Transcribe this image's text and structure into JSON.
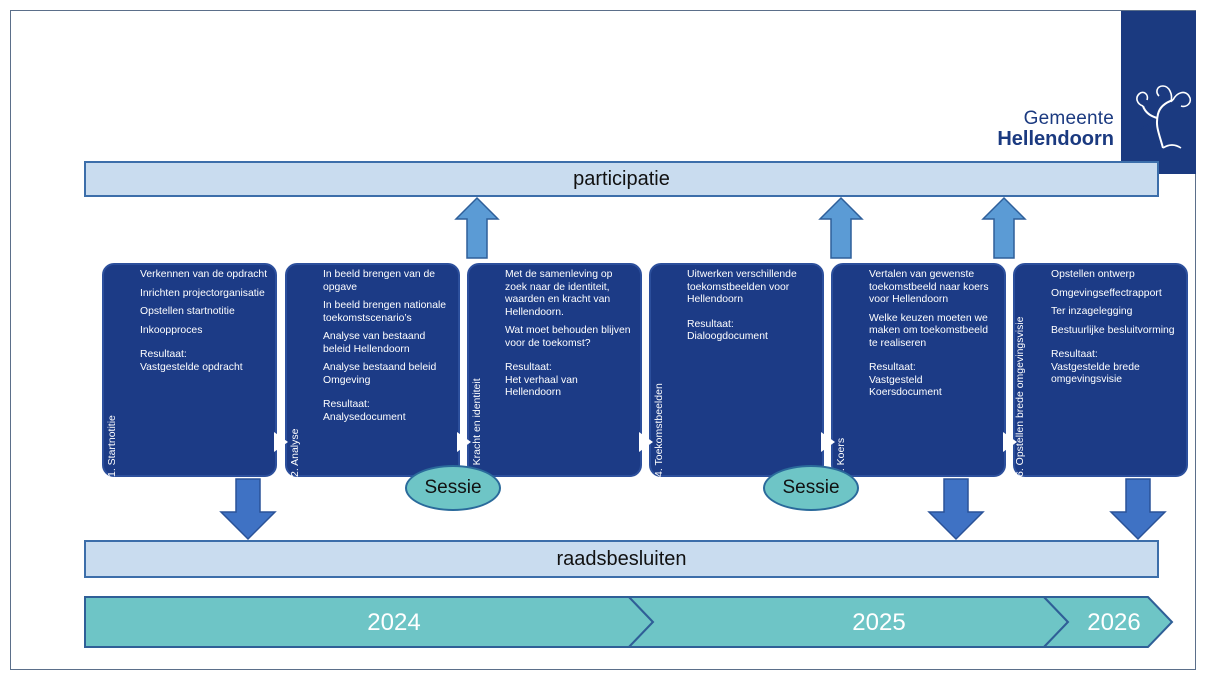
{
  "logo": {
    "line1": "Gemeente",
    "line2": "Hellendoorn"
  },
  "bands": {
    "top": "participatie",
    "bottom": "raadsbesluiten"
  },
  "phases": [
    {
      "label": "1. Startnotitie",
      "items": [
        "Verkennen van de opdracht",
        "Inrichten projectorganisatie",
        "Opstellen startnotitie",
        "Inkoopproces"
      ],
      "result": [
        "Resultaat:",
        "Vastgestelde opdracht"
      ]
    },
    {
      "label": "2. Analyse",
      "items": [
        "In beeld brengen van de opgave",
        "In beeld brengen nationale toekomstscenario’s",
        "Analyse van bestaand beleid Hellendoorn",
        "Analyse bestaand beleid Omgeving"
      ],
      "result": [
        "Resultaat:",
        "Analysedocument"
      ]
    },
    {
      "label": "3. Kracht en identiteit",
      "items": [
        "Met de samenleving op zoek naar de identiteit, waarden en kracht van Hellendoorn.",
        "Wat moet behouden blijven voor de toekomst?"
      ],
      "result": [
        "Resultaat:",
        "Het verhaal van Hellendoorn"
      ]
    },
    {
      "label": "4. Toekomstbeelden",
      "items": [
        "Uitwerken verschillende toekomstbeelden voor Hellendoorn"
      ],
      "result": [
        "Resultaat:",
        "Dialoogdocument"
      ]
    },
    {
      "label": "5. Koers",
      "items": [
        "Vertalen van gewenste toekomstbeeld naar koers voor Hellendoorn",
        "Welke keuzen moeten we maken om toekomstbeeld te realiseren"
      ],
      "result": [
        "Resultaat:",
        "Vastgesteld Koersdocument"
      ]
    },
    {
      "label": "6. Opstellen brede omgevingsvisie",
      "items": [
        "Opstellen ontwerp",
        "Omgevingseffectrapport",
        "Ter inzagelegging",
        "Bestuurlijke besluitvorming"
      ],
      "result": [
        "Resultaat:",
        "Vastgestelde brede omgevingsvisie"
      ]
    }
  ],
  "sessions": [
    "Sessie",
    "Sessie"
  ],
  "timeline": [
    "2024",
    "2025",
    "2026"
  ],
  "colors": {
    "phase": "#1c3b86",
    "band": "#c9dcef",
    "arrow": "#5b9bd5",
    "down_arrow": "#3f72c4",
    "timeline": "#6ec5c6",
    "sessie": "#6ec5c6",
    "logo": "#1b3a80"
  }
}
